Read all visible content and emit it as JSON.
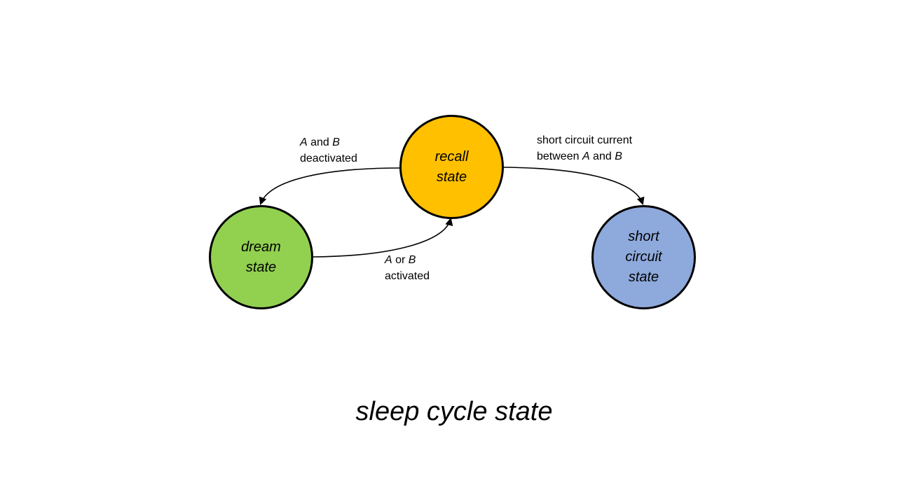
{
  "title": "sleep cycle state",
  "colors": {
    "recall": "#FFC000",
    "dream": "#92D050",
    "short": "#8EA9DB",
    "stroke": "#000000"
  },
  "nodes": {
    "recall": [
      "recall",
      "state"
    ],
    "dream": [
      "dream",
      "state"
    ],
    "short": [
      "short",
      "circuit",
      "state"
    ]
  },
  "edges": {
    "deactivated": {
      "var1": "A",
      "mid": " and ",
      "var2": "B",
      "line2": "deactivated"
    },
    "activated": {
      "var1": "A",
      "mid": " or ",
      "var2": "B",
      "line2": "activated"
    },
    "short_circuit": {
      "line1": "short circuit current",
      "pre": "between ",
      "var1": "A",
      "mid": " and ",
      "var2": "B"
    }
  }
}
